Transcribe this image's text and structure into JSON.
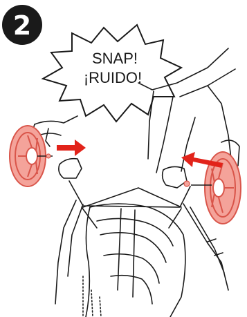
{
  "step": {
    "number": "2"
  },
  "callout": {
    "line1": "SNAP!",
    "line2": "¡RUIDO!"
  },
  "colors": {
    "badge": "#1a1a1a",
    "badge_text": "#ffffff",
    "wheel_fill": "#f4a39a",
    "wheel_stroke": "#d9554a",
    "arrow": "#e2231a",
    "line": "#1a1a1a"
  },
  "icons": {
    "left_wheel": "wheel-icon",
    "right_wheel": "wheel-icon",
    "left_arrow": "arrow-right-icon",
    "right_arrow": "arrow-left-icon"
  }
}
